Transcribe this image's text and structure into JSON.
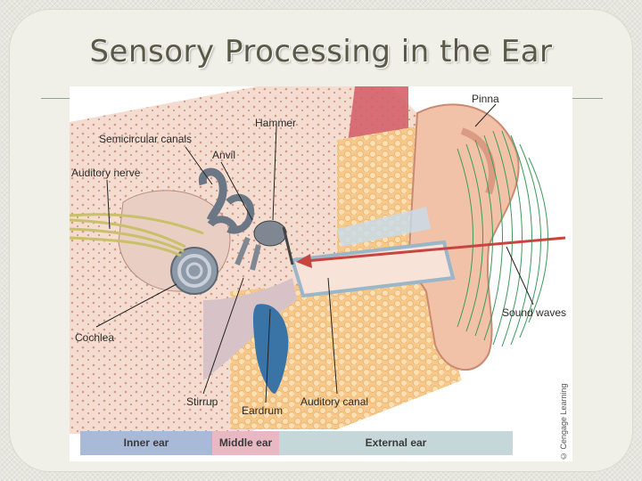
{
  "slide": {
    "title": "Sensory Processing in the Ear"
  },
  "diagram": {
    "labels": {
      "pinna": "Pinna",
      "hammer": "Hammer",
      "semicircular_canals": "Semicircular canals",
      "anvil": "Anvil",
      "auditory_nerve": "Auditory nerve",
      "cochlea": "Cochlea",
      "sound_waves": "Sound waves",
      "stirrup": "Stirrup",
      "eardrum": "Eardrum",
      "auditory_canal": "Auditory canal"
    },
    "regions": {
      "inner_ear": "Inner ear",
      "middle_ear": "Middle ear",
      "external_ear": "External ear"
    },
    "credit": "© Cengage Learning",
    "colors": {
      "inner_ear_band": "#a9b9d8",
      "middle_ear_band": "#e8b9c2",
      "external_ear_band": "#c5d7d8",
      "sound_wave": "#3d9a5a",
      "arrow": "#c8443f"
    }
  }
}
